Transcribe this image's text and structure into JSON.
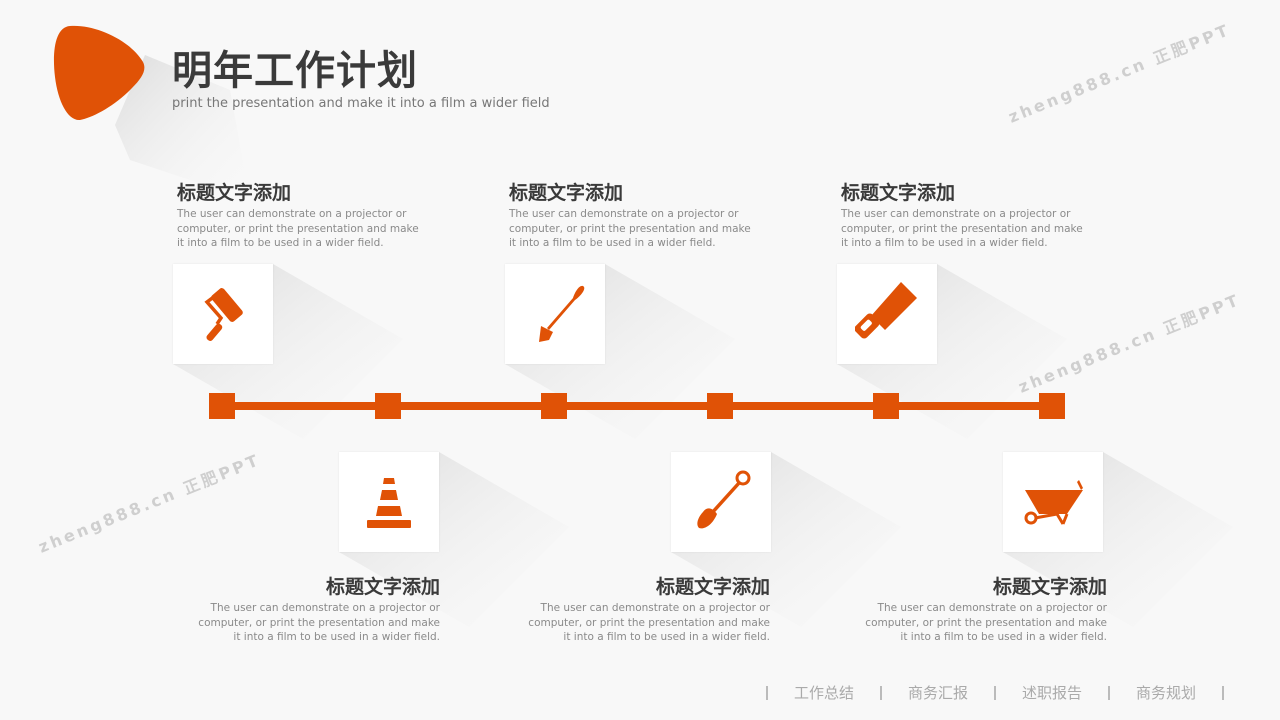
{
  "header": {
    "title": "明年工作计划",
    "subtitle": "print the presentation and make it into a film a wider field"
  },
  "accent_color": "#e05206",
  "items": [
    {
      "heading": "标题文字添加",
      "body": "The user can demonstrate on a projector or computer, or print the presentation and make it into a film to be used in a wider field.",
      "icon": "paint-roller-icon"
    },
    {
      "heading": "标题文字添加",
      "body": "The user can demonstrate on a projector or computer, or print the presentation and make it into a film to be used in a wider field.",
      "icon": "trowel-icon"
    },
    {
      "heading": "标题文字添加",
      "body": "The user can demonstrate on a projector or computer, or print the presentation and make it into a film to be used in a wider field.",
      "icon": "hand-saw-icon"
    },
    {
      "heading": "标题文字添加",
      "body": "The user can demonstrate on a projector or computer, or print the presentation and make it into a film to be used in a wider field.",
      "icon": "traffic-cone-icon"
    },
    {
      "heading": "标题文字添加",
      "body": "The user can demonstrate on a projector or computer, or print the presentation and make it into a film to be used in a wider field.",
      "icon": "shovel-icon"
    },
    {
      "heading": "标题文字添加",
      "body": "The user can demonstrate on a projector or computer, or print the presentation and make it into a film to be used in a wider field.",
      "icon": "wheelbarrow-icon"
    }
  ],
  "footer": {
    "links": [
      "工作总结",
      "商务汇报",
      "述职报告",
      "商务规划"
    ]
  },
  "watermark": "zheng888.cn 正肥PPT"
}
